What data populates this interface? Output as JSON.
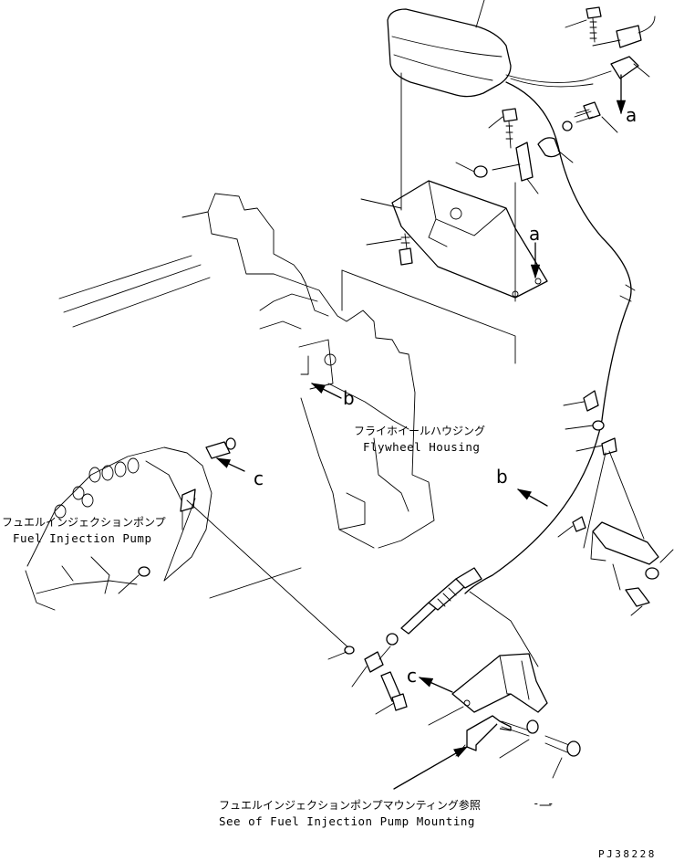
{
  "labels": {
    "flywheel_housing_jp": "フライホイールハウジング",
    "flywheel_housing_en": "Flywheel Housing",
    "fuel_pump_jp": "フュエルインジェクションポンプ",
    "fuel_pump_en": "Fuel Injection Pump",
    "pump_mounting_jp": "フュエルインジェクションポンプマウンティング参照",
    "pump_mounting_en": "See of Fuel Injection Pump Mounting",
    "dash_note": "- -",
    "drawing_code": "PJ38228"
  },
  "refs": {
    "a": "a",
    "b": "b",
    "c": "c"
  },
  "icons": {
    "arrow": "arrow-icon"
  }
}
